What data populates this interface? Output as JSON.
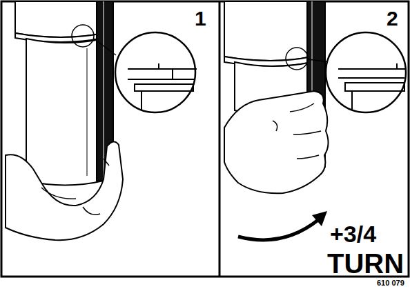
{
  "diagram": {
    "labels": [
      "1",
      "2",
      "+3/4",
      "TURN",
      "610 079"
    ]
  }
}
